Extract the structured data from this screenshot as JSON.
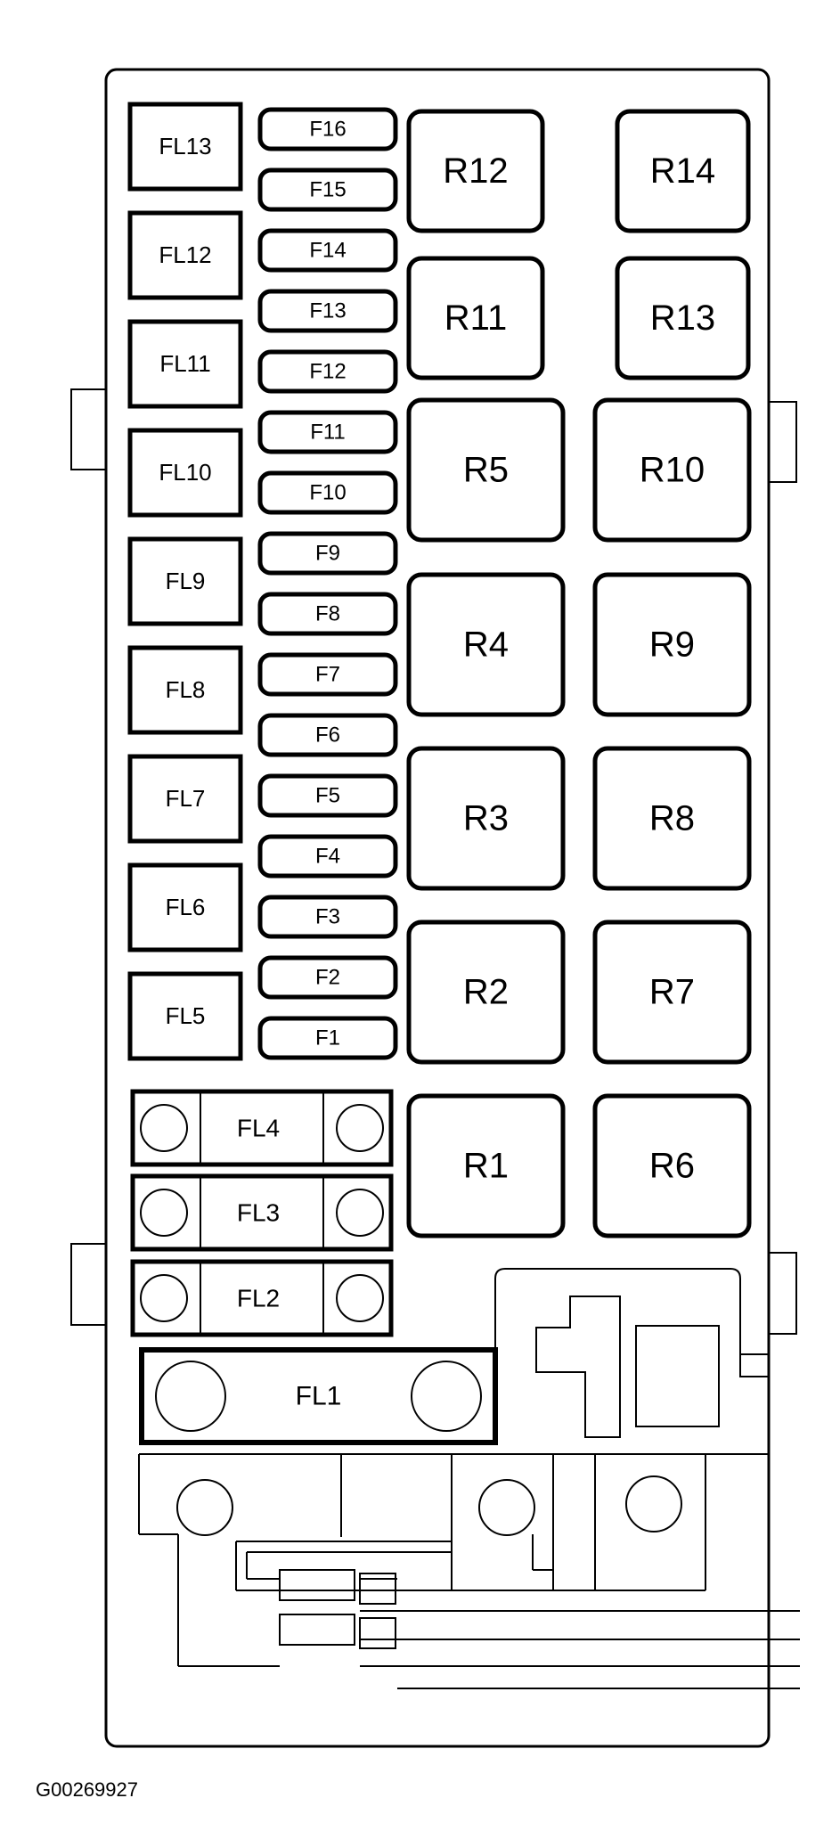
{
  "diagram_id": "G00269927",
  "fusible_links_small": [
    "FL13",
    "FL12",
    "FL11",
    "FL10",
    "FL9",
    "FL8",
    "FL7",
    "FL6",
    "FL5"
  ],
  "fuses": [
    "F16",
    "F15",
    "F14",
    "F13",
    "F12",
    "F11",
    "F10",
    "F9",
    "F8",
    "F7",
    "F6",
    "F5",
    "F4",
    "F3",
    "F2",
    "F1"
  ],
  "relays_left": [
    "R12",
    "R11",
    "R5",
    "R4",
    "R3",
    "R2",
    "R1"
  ],
  "relays_right": [
    "R14",
    "R13",
    "R10",
    "R9",
    "R8",
    "R7",
    "R6"
  ],
  "fusible_links_bolted": [
    "FL4",
    "FL3",
    "FL2",
    "FL1"
  ]
}
